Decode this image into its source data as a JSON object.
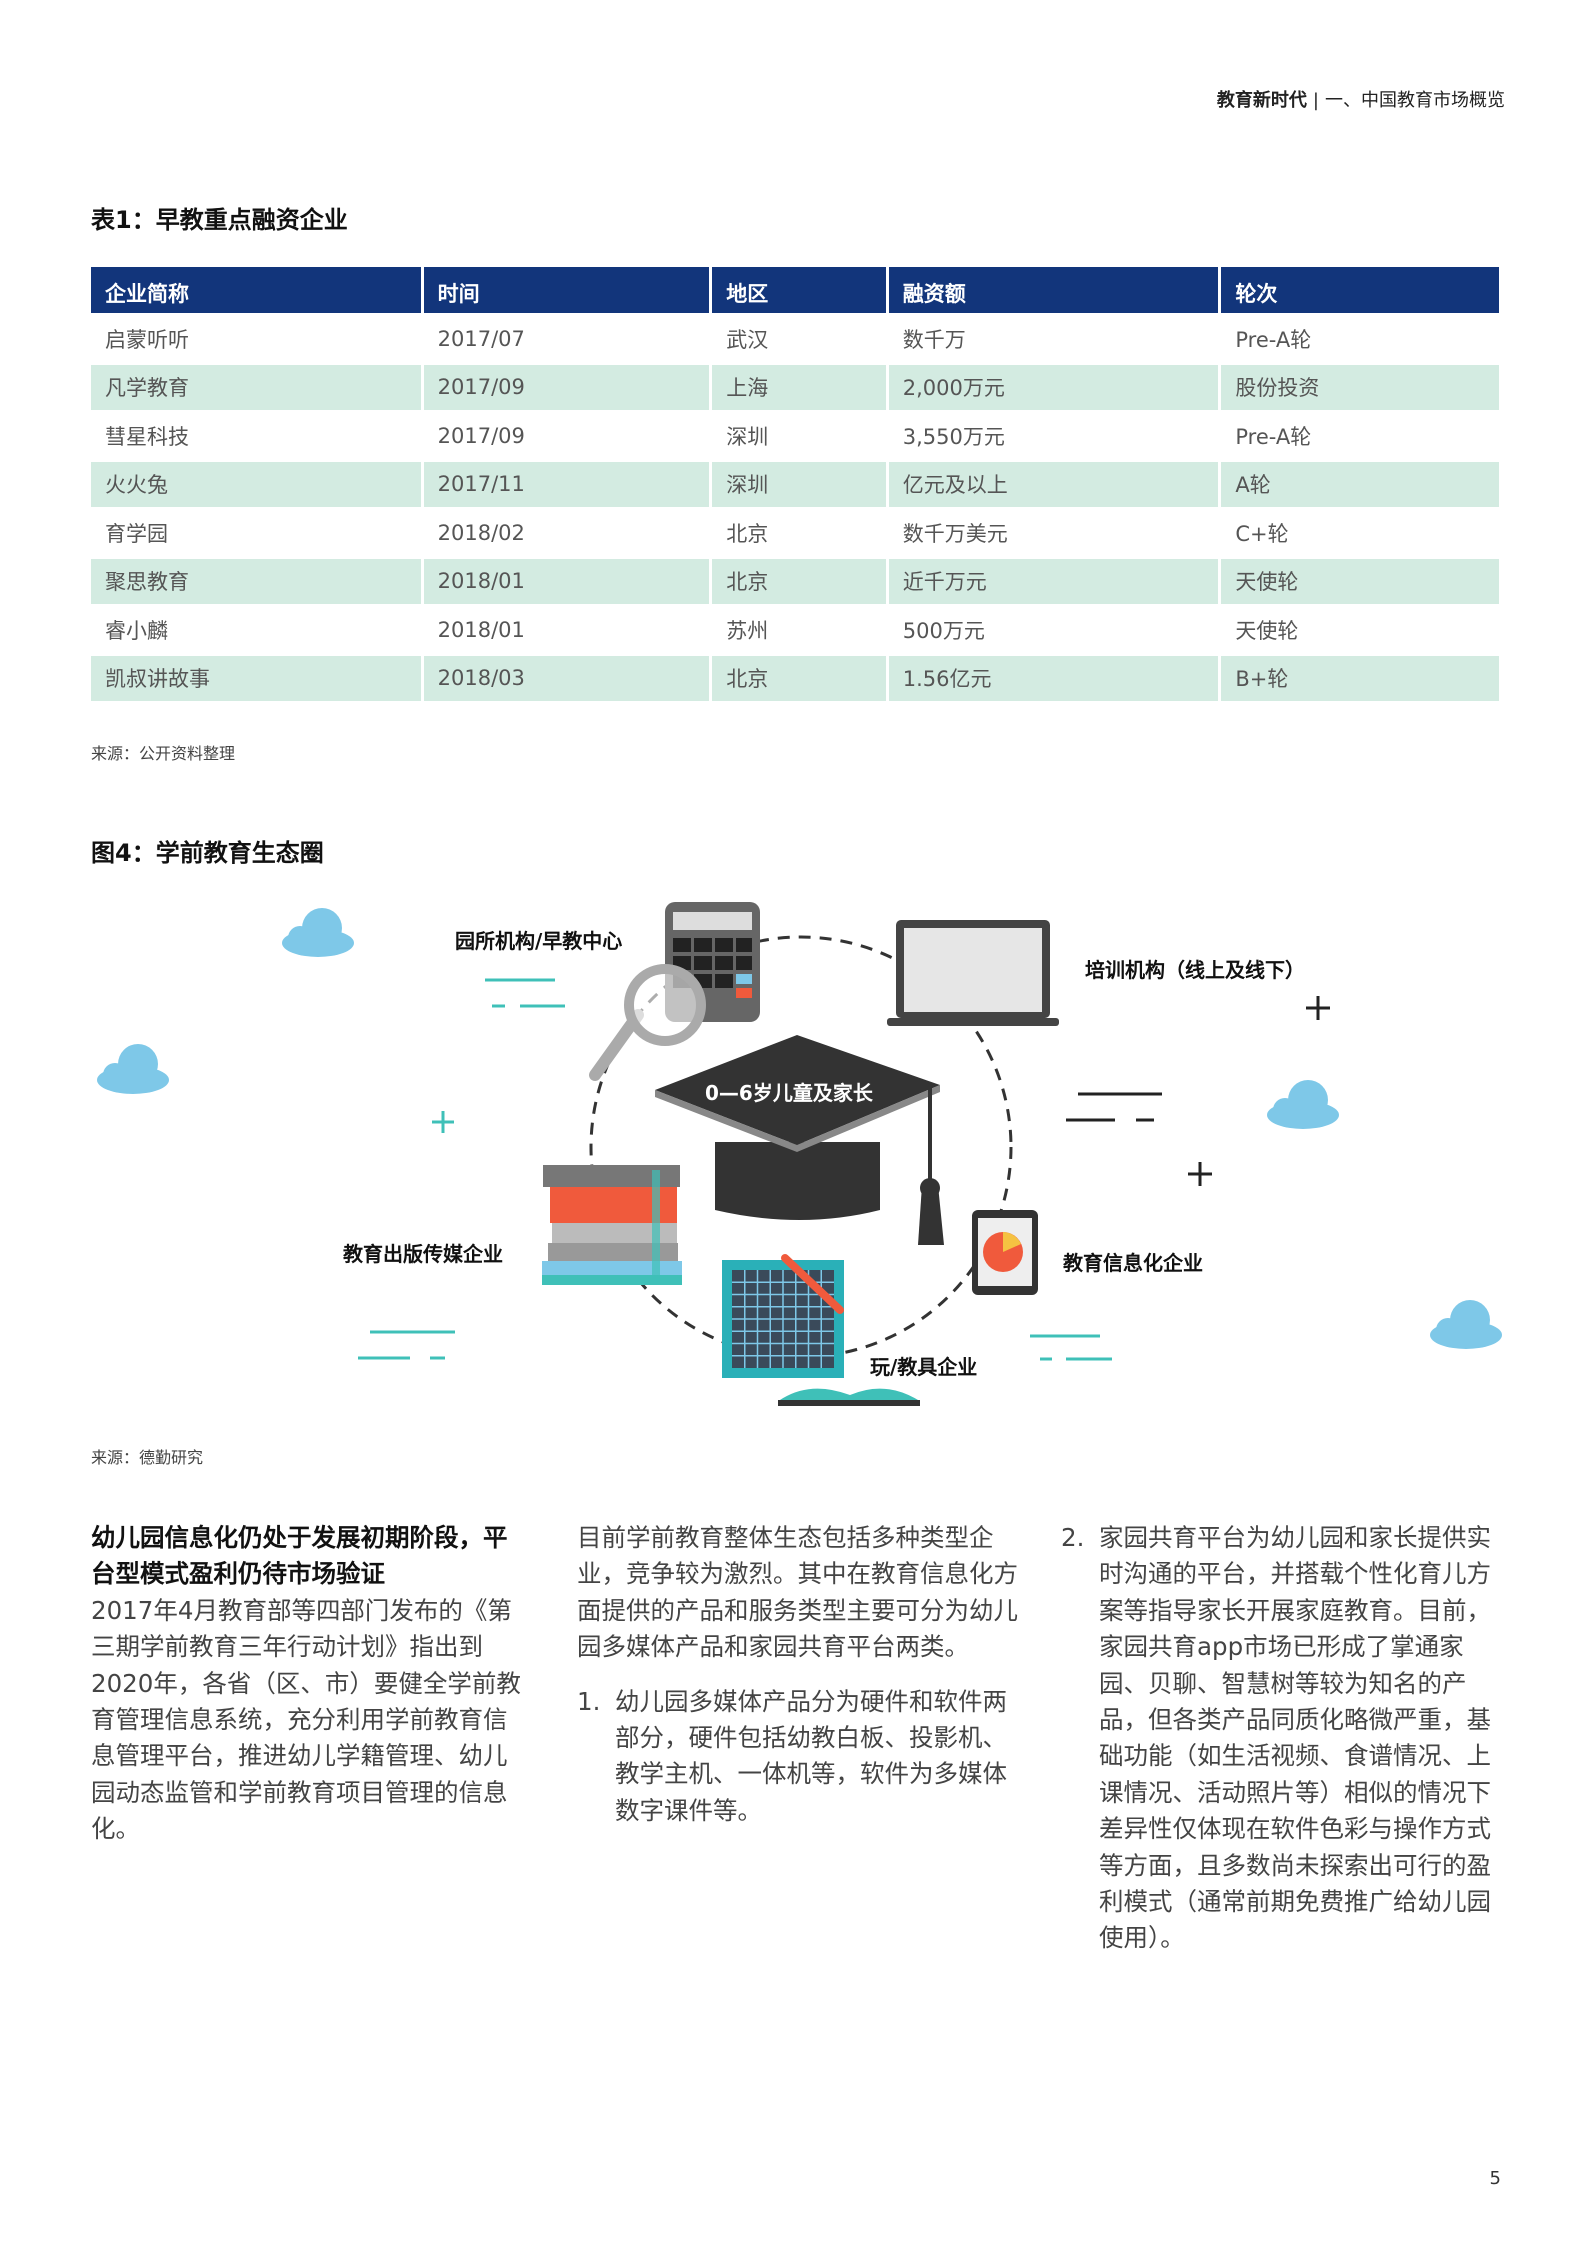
{
  "header": {
    "section": "教育新时代",
    "separator": "|",
    "chapter": "一、中国教育市场概览"
  },
  "table1": {
    "title": "表1：早教重点融资企业",
    "columns": [
      "企业简称",
      "时间",
      "地区",
      "融资额",
      "轮次"
    ],
    "rows": [
      [
        "启蒙听听",
        "2017/07",
        "武汉",
        "数千万",
        "Pre-A轮"
      ],
      [
        "凡学教育",
        "2017/09",
        "上海",
        "2,000万元",
        "股份投资"
      ],
      [
        "彗星科技",
        "2017/09",
        "深圳",
        "3,550万元",
        "Pre-A轮"
      ],
      [
        "火火兔",
        "2017/11",
        "深圳",
        "亿元及以上",
        "A轮"
      ],
      [
        "育学园",
        "2018/02",
        "北京",
        "数千万美元",
        "C+轮"
      ],
      [
        "聚思教育",
        "2018/01",
        "北京",
        "近千万元",
        "天使轮"
      ],
      [
        "睿小麟",
        "2018/01",
        "苏州",
        "500万元",
        "天使轮"
      ],
      [
        "凯叔讲故事",
        "2018/03",
        "北京",
        "1.56亿元",
        "B+轮"
      ]
    ],
    "source": "来源：公开资料整理"
  },
  "figure4": {
    "title": "图4：学前教育生态圈",
    "center": "0—6岁儿童及家长",
    "labels": {
      "kindergarten": "园所机构/早教中心",
      "training": "培训机构（线上及线下）",
      "publishing": "教育出版传媒企业",
      "informatization": "教育信息化企业",
      "toys": "玩/教具企业"
    },
    "source": "来源：德勤研究",
    "colors": {
      "teal": "#3fc0b8",
      "cloud": "#7ec8e8",
      "cap": "#333333",
      "red": "#f05a3c"
    }
  },
  "body": {
    "heading": "幼儿园信息化仍处于发展初期阶段，平台型模式盈利仍待市场验证",
    "col1": "2017年4月教育部等四部门发布的《第三期学前教育三年行动计划》指出到2020年，各省（区、市）要健全学前教育管理信息系统，充分利用学前教育信息管理平台，推进幼儿学籍管理、幼儿园动态监管和学前教育项目管理的信息化。",
    "col2": "目前学前教育整体生态包括多种类型企业，竞争较为激烈。其中在教育信息化方面提供的产品和服务类型主要可分为幼儿园多媒体产品和家园共育平台两类。",
    "list": [
      {
        "num": "1.",
        "text": "幼儿园多媒体产品分为硬件和软件两部分，硬件包括幼教白板、投影机、教学主机、一体机等，软件为多媒体数字课件等。"
      },
      {
        "num": "2.",
        "text": "家园共育平台为幼儿园和家长提供实时沟通的平台，并搭载个性化育儿方案等指导家长开展家庭教育。目前，家园共育app市场已形成了掌通家园、贝聊、智慧树等较为知名的产品，但各类产品同质化略微严重，基础功能（如生活视频、食谱情况、上课情况、活动照片等）相似的情况下差异性仅体现在软件色彩与操作方式等方面，且多数尚未探索出可行的盈利模式（通常前期免费推广给幼儿园使用）。"
      }
    ]
  },
  "page_number": "5"
}
